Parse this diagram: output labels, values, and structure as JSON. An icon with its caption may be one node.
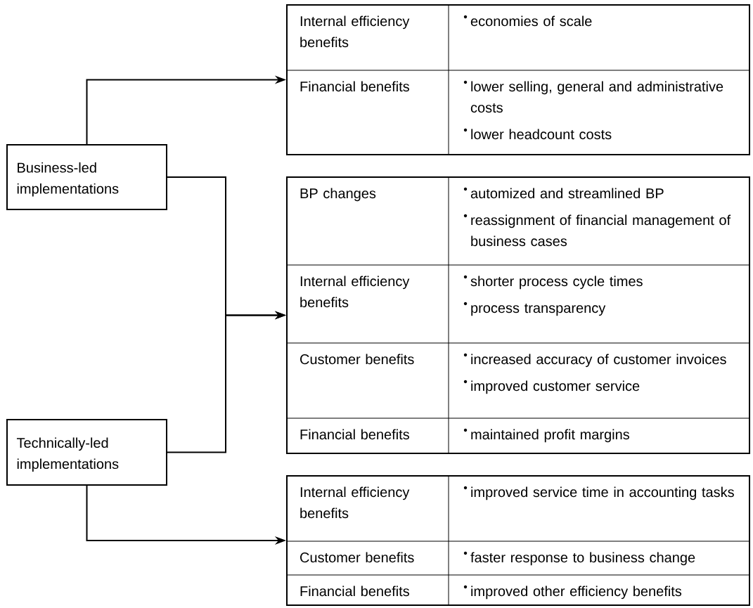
{
  "diagram": {
    "nodes": [
      {
        "text": [
          "Business-led implementations"
        ]
      },
      {
        "text": [
          "Technically-led implementations"
        ]
      },
      {
        "text": [
          "Internal efficiency benefits",
          "economies of scale",
          "Financial benefits",
          "lower selling, general and administrative costs",
          "lower headcount costs"
        ]
      },
      {
        "text": [
          "BP changes",
          "automized and streamlined BP",
          "reassignment of financial management of business cases",
          "Internal efficiency benefits",
          "shorter process cycle times",
          "process transparency",
          "Customer benefits",
          "increased accuracy of customer invoices",
          "improved customer service",
          "Financial benefits",
          "maintained profit margins"
        ]
      },
      {
        "text": [
          "Internal efficiency benefits",
          "improved service time in accounting tasks",
          "Customer benefits",
          "faster response to business change",
          "Financial benefits",
          "improved other efficiency benefits"
        ]
      }
    ],
    "edges": [
      {
        "from": 0,
        "to": 2,
        "arrow": "to"
      },
      {
        "from": 0,
        "to": 3,
        "arrow": "to"
      },
      {
        "from": 1,
        "to": 3,
        "arrow": "to"
      },
      {
        "from": 1,
        "to": 4,
        "arrow": "to"
      }
    ]
  }
}
